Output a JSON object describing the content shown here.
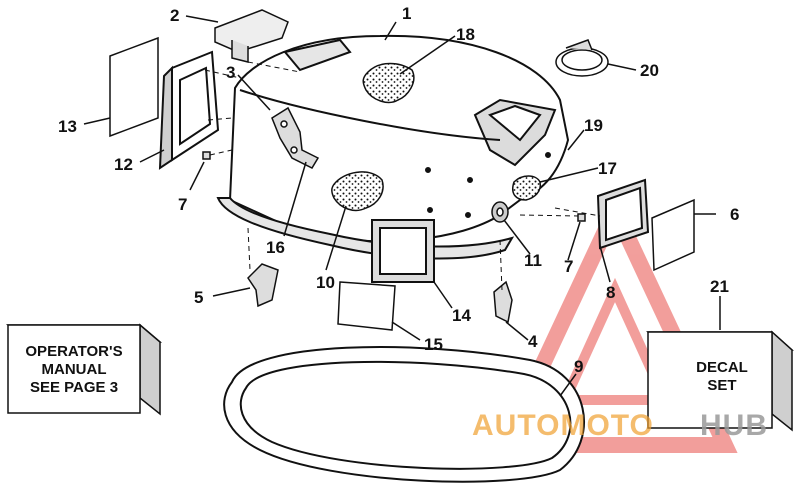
{
  "callouts": {
    "n1": "1",
    "n2": "2",
    "n3": "3",
    "n4": "4",
    "n5": "5",
    "n6": "6",
    "n7a": "7",
    "n7b": "7",
    "n8": "8",
    "n9": "9",
    "n10": "10",
    "n11": "11",
    "n12": "12",
    "n13": "13",
    "n14": "14",
    "n15": "15",
    "n16": "16",
    "n17": "17",
    "n18": "18",
    "n19": "19",
    "n20": "20",
    "n21": "21"
  },
  "operator_box": {
    "line1": "OPERATOR'S",
    "line2": "MANUAL",
    "line3": "SEE PAGE 3"
  },
  "decal_box": {
    "line1": "DECAL",
    "line2": "SET"
  },
  "watermark": {
    "part1": "AUTOMOTO",
    "part2": "HUB"
  },
  "colors": {
    "ink": "#111111",
    "watermark_red": "#e8504a",
    "watermark_orange": "#f0a030",
    "watermark_gray": "#9a9a9a",
    "shade": "#cfcfcf"
  }
}
